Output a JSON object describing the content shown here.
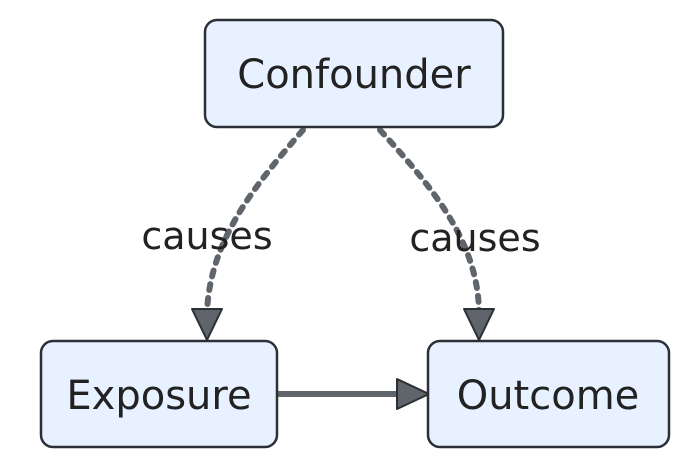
{
  "nodes": {
    "confounder": "Confounder",
    "exposure": "Exposure",
    "outcome": "Outcome"
  },
  "edges": {
    "confounder_to_exposure": {
      "label": "causes",
      "style": "dashed"
    },
    "confounder_to_outcome": {
      "label": "causes",
      "style": "dashed"
    },
    "exposure_to_outcome": {
      "label": "",
      "style": "solid"
    }
  },
  "colors": {
    "node_fill": "#e8f1ff",
    "node_border": "#2b2f36",
    "edge": "#5f656b",
    "text": "#222222"
  }
}
